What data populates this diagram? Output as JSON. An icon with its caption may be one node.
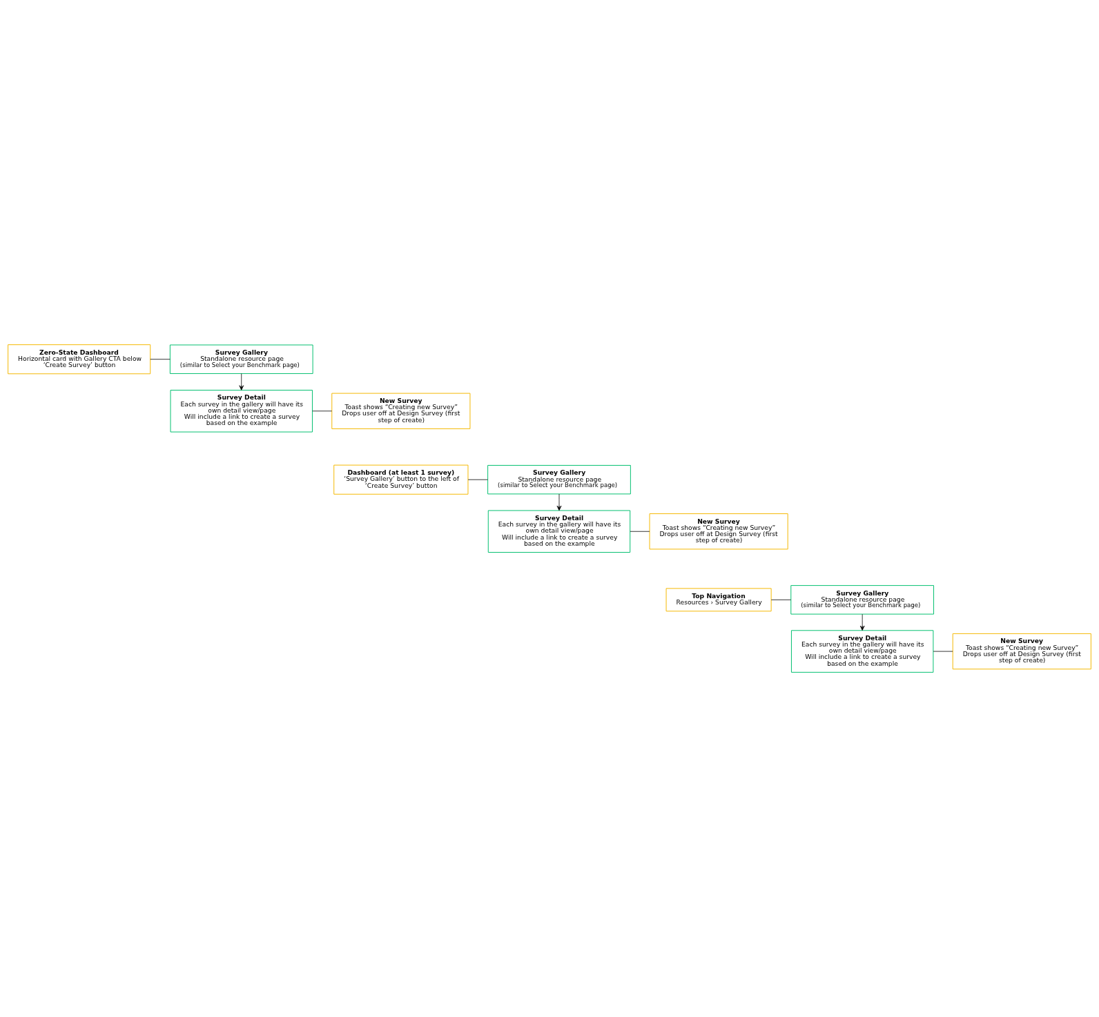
{
  "diagram": {
    "nodes": [
      {
        "text": [
          "Zero-State Dashboard",
          "Horizontal card with Gallery CTA below ‘Create Survey’ button"
        ]
      },
      {
        "text": [
          "Survey Gallery",
          "Standalone resource page",
          "(similar to Select your Benchmark page)"
        ]
      },
      {
        "text": [
          "Survey Detail",
          "Each survey in the gallery will have its own detail view/page",
          "Will include a link to create a survey based on the example"
        ]
      },
      {
        "text": [
          "New Survey",
          "Toast shows “Creating new Survey”",
          "Drops user off at Design Survey (first step of create)"
        ]
      },
      {
        "text": [
          "Dashboard (at least 1 survey)",
          "‘Survey Gallery’ button to the left of ‘Create Survey’ button"
        ]
      },
      {
        "text": [
          "Survey Gallery",
          "Standalone resource page",
          "(similar to Select your Benchmark page)"
        ]
      },
      {
        "text": [
          "Survey Detail",
          "Each survey in the gallery will have its own detail view/page",
          "Will include a link to create a survey based on the example"
        ]
      },
      {
        "text": [
          "New Survey",
          "Toast shows “Creating new Survey”",
          "Drops user off at Design Survey (first step of create)"
        ]
      },
      {
        "text": [
          "Top Navigation",
          "Resources › Survey Gallery"
        ]
      },
      {
        "text": [
          "Survey Gallery",
          "Standalone resource page",
          "(similar to Select your Benchmark page)"
        ]
      },
      {
        "text": [
          "Survey Detail",
          "Each survey in the gallery will have its own detail view/page",
          "Will include a link to create a survey based on the example"
        ]
      },
      {
        "text": [
          "New Survey",
          "Toast shows “Creating new Survey”",
          "Drops user off at Design Survey (first step of create)"
        ]
      }
    ],
    "edges": [
      {
        "from": 0,
        "to": 1,
        "arrow": "none"
      },
      {
        "from": 1,
        "to": 2,
        "arrow": "to"
      },
      {
        "from": 2,
        "to": 3,
        "arrow": "none"
      },
      {
        "from": 4,
        "to": 5,
        "arrow": "none"
      },
      {
        "from": 5,
        "to": 6,
        "arrow": "to"
      },
      {
        "from": 6,
        "to": 7,
        "arrow": "none"
      },
      {
        "from": 8,
        "to": 9,
        "arrow": "none"
      },
      {
        "from": 9,
        "to": 10,
        "arrow": "to"
      },
      {
        "from": 10,
        "to": 11,
        "arrow": "none"
      }
    ]
  }
}
